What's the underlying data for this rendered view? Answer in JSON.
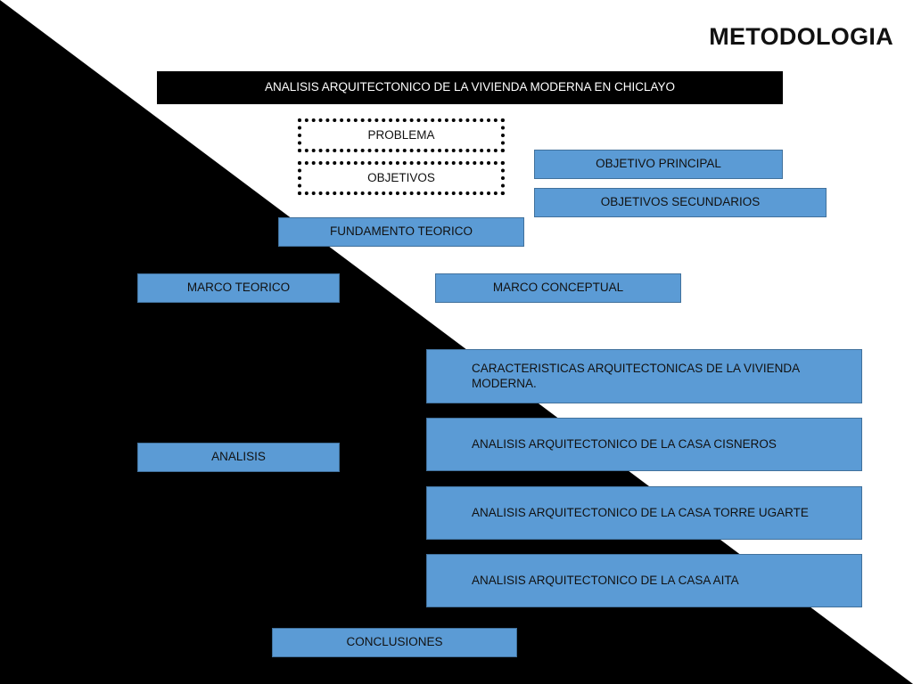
{
  "title": "METODOLOGIA",
  "colors": {
    "box_fill": "#5b9bd5",
    "box_border": "#41719c",
    "background_dark": "#000000",
    "background_light": "#ffffff"
  },
  "header_box": "ANALISIS ARQUITECTONICO DE LA VIVIENDA MODERNA EN CHICLAYO",
  "problema": "PROBLEMA",
  "objetivos": "OBJETIVOS",
  "objetivo_principal": "OBJETIVO PRINCIPAL",
  "objetivos_secundarios": "OBJETIVOS SECUNDARIOS",
  "fundamento_teorico": "FUNDAMENTO TEORICO",
  "marco_teorico": "MARCO TEORICO",
  "marco_conceptual": "MARCO CONCEPTUAL",
  "analisis": "ANALISIS",
  "analysis_items": [
    "CARACTERISTICAS ARQUITECTONICAS DE LA  VIVIENDA MODERNA.",
    "ANALISIS ARQUITECTONICO DE LA CASA CISNEROS",
    "ANALISIS ARQUITECTONICO DE LA CASA TORRE UGARTE",
    "ANALISIS ARQUITECTONICO DE LA CASA AITA"
  ],
  "conclusiones": "CONCLUSIONES"
}
